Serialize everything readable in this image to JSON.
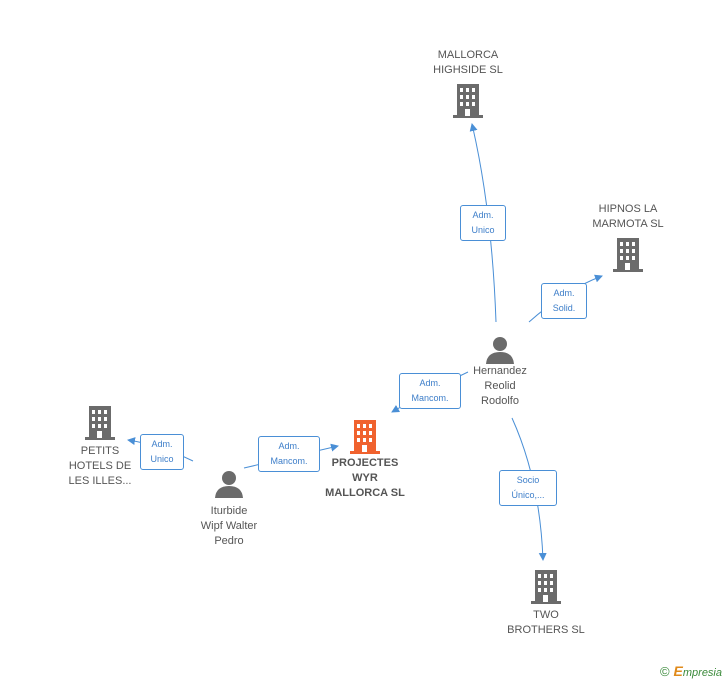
{
  "nodes": {
    "mallorca_highside": {
      "label": "MALLORCA\nHIGHSIDE SL",
      "type": "company"
    },
    "hipnos": {
      "label": "HIPNOS LA\nMARMOTA SL",
      "type": "company"
    },
    "hernandez": {
      "label": "Hernandez\nReolid\nRodolfo",
      "type": "person"
    },
    "projectes": {
      "label": "PROJECTES\nWYR\nMALLORCA SL",
      "type": "company-main"
    },
    "petits": {
      "label": "PETITS\nHOTELS DE\nLES ILLES...",
      "type": "company"
    },
    "iturbide": {
      "label": "Iturbide\nWipf Walter\nPedro",
      "type": "person"
    },
    "two_brothers": {
      "label": "TWO\nBROTHERS SL",
      "type": "company"
    }
  },
  "edges": {
    "e1": {
      "label": "Adm.\nUnico",
      "from": "Hernandez Reolid Rodolfo",
      "to": "MALLORCA HIGHSIDE SL"
    },
    "e2": {
      "label": "Adm.\nSolid.",
      "from": "Hernandez Reolid Rodolfo",
      "to": "HIPNOS LA MARMOTA SL"
    },
    "e3": {
      "label": "Adm.\nMancom.",
      "from": "Hernandez Reolid Rodolfo",
      "to": "PROJECTES WYR MALLORCA SL"
    },
    "e4": {
      "label": "Socio\nÚnico,...",
      "from": "Hernandez Reolid Rodolfo",
      "to": "TWO BROTHERS SL"
    },
    "e5": {
      "label": "Adm.\nMancom.",
      "from": "Iturbide Wipf Walter Pedro",
      "to": "PROJECTES WYR MALLORCA SL"
    },
    "e6": {
      "label": "Adm.\nUnico",
      "from": "Iturbide Wipf Walter Pedro",
      "to": "PETITS HOTELS DE LES ILLES..."
    }
  },
  "colors": {
    "edge": "#4a8fd6",
    "company_icon": "#6b6b6b",
    "main_company_icon": "#f0622e",
    "person_icon": "#6b6b6b"
  },
  "credit": {
    "symbol": "©",
    "brand_first": "E",
    "brand_rest": "mpresia"
  }
}
